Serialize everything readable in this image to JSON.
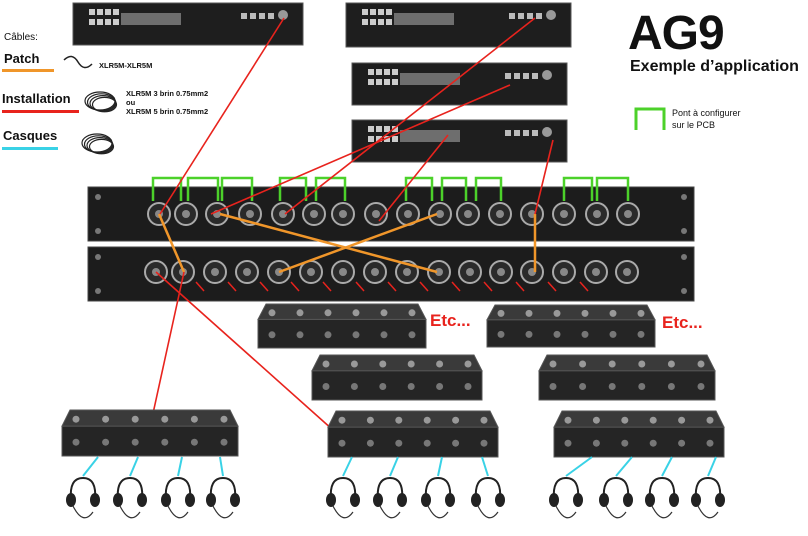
{
  "title": "AG9",
  "subtitle": "Exemple d’application",
  "cables": {
    "header": "Câbles:",
    "items": [
      {
        "label": "Patch",
        "color": "#f0962a",
        "cable_text": [
          "XLR5M-XLR5M"
        ]
      },
      {
        "label": "Installation",
        "color": "#e8231d",
        "cable_text": [
          "XLR5M 3 brin 0.75mm2",
          "ou",
          "XLR5M 5 brin 0.75mm2"
        ]
      },
      {
        "label": "Casques",
        "color": "#39d2e6",
        "cable_text": []
      }
    ]
  },
  "bridge_legend": {
    "line1": "Pont à configurer",
    "line2": "sur le PCB",
    "color": "#4cd12a"
  },
  "etc_labels": [
    "Etc...",
    "Etc..."
  ],
  "colors": {
    "patch": "#f0962a",
    "installation": "#e8231d",
    "casques": "#39d2e6",
    "bridge": "#4cd12a",
    "rack": "#1c1c1c"
  }
}
